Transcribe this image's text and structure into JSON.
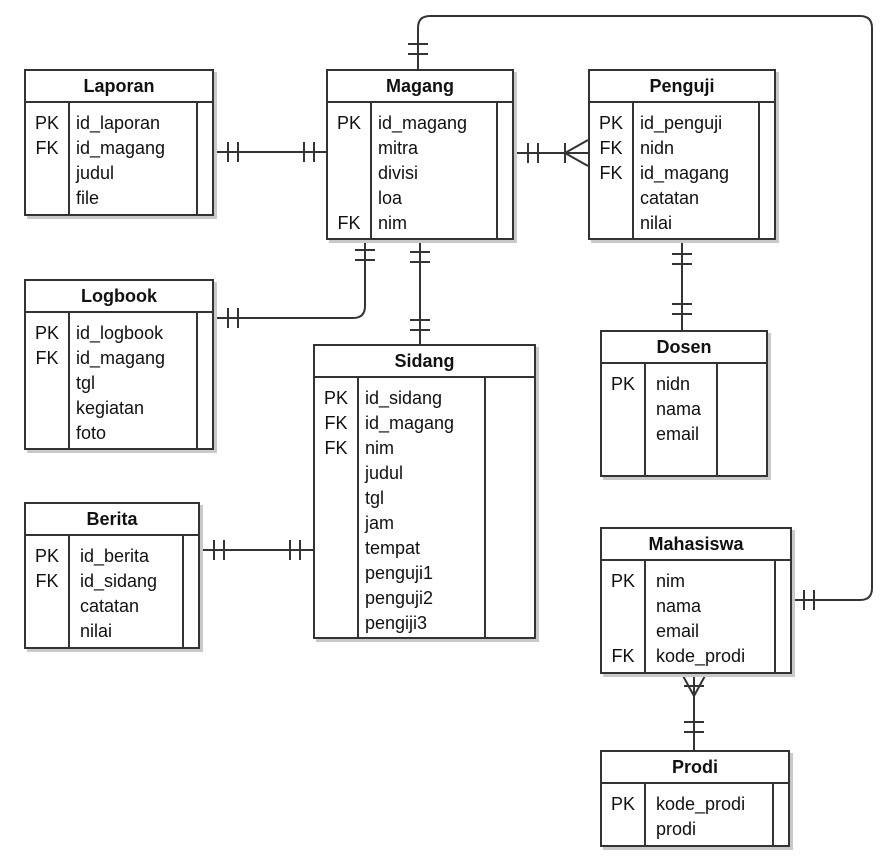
{
  "entities": {
    "laporan": {
      "title": "Laporan",
      "keys": [
        "PK",
        "FK",
        "",
        ""
      ],
      "fields": [
        "id_laporan",
        "id_magang",
        "judul",
        "file"
      ]
    },
    "magang": {
      "title": "Magang",
      "keys": [
        "PK",
        "",
        "",
        "",
        "FK"
      ],
      "fields": [
        "id_magang",
        "mitra",
        "divisi",
        "loa",
        "nim"
      ]
    },
    "penguji": {
      "title": "Penguji",
      "keys": [
        "PK",
        "FK",
        "FK",
        "",
        ""
      ],
      "fields": [
        "id_penguji",
        "nidn",
        "id_magang",
        "catatan",
        "nilai"
      ]
    },
    "logbook": {
      "title": "Logbook",
      "keys": [
        "PK",
        "FK",
        "",
        "",
        ""
      ],
      "fields": [
        "id_logbook",
        "id_magang",
        "tgl",
        "kegiatan",
        "foto"
      ]
    },
    "sidang": {
      "title": "Sidang",
      "keys": [
        "PK",
        "FK",
        "FK",
        "",
        "",
        "",
        "",
        "",
        "",
        ""
      ],
      "fields": [
        "id_sidang",
        "id_magang",
        "nim",
        "judul",
        "tgl",
        "jam",
        "tempat",
        "penguji1",
        "penguji2",
        "pengiji3"
      ]
    },
    "dosen": {
      "title": "Dosen",
      "keys": [
        "PK",
        "",
        ""
      ],
      "fields": [
        "nidn",
        "nama",
        "email"
      ]
    },
    "berita": {
      "title": "Berita",
      "keys": [
        "PK",
        "FK",
        "",
        ""
      ],
      "fields": [
        "id_berita",
        "id_sidang",
        "catatan",
        "nilai"
      ]
    },
    "mahasiswa": {
      "title": "Mahasiswa",
      "keys": [
        "PK",
        "",
        "",
        "FK"
      ],
      "fields": [
        "nim",
        "nama",
        "email",
        "kode_prodi"
      ]
    },
    "prodi": {
      "title": "Prodi",
      "keys": [
        "PK",
        ""
      ],
      "fields": [
        "kode_prodi",
        "prodi"
      ]
    }
  },
  "colors": {
    "line": "#333333",
    "background": "#ffffff",
    "shadow": "#c9c9c9"
  }
}
